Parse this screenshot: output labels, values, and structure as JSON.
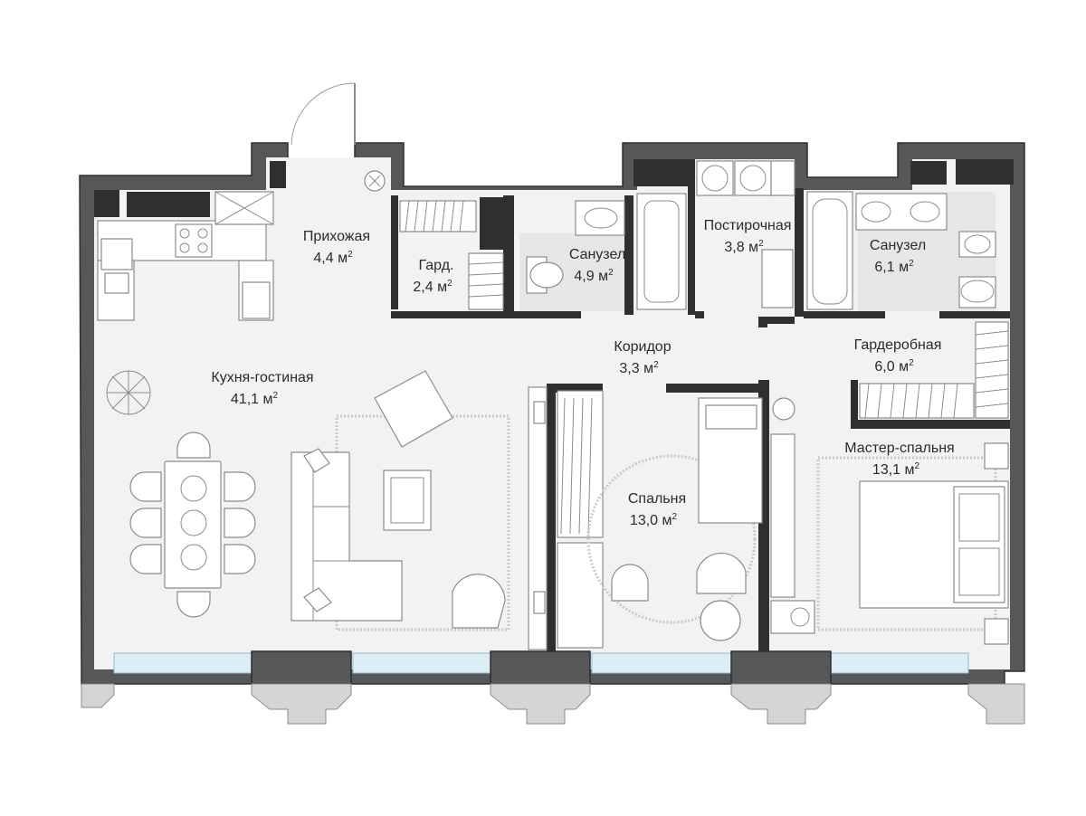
{
  "rooms": {
    "living": {
      "name": "Кухня-гостиная",
      "area": "41,1 м",
      "unit_sup": "2"
    },
    "hall": {
      "name": "Прихожая",
      "area": "4,4 м",
      "unit_sup": "2"
    },
    "closet_small": {
      "name": "Гард.",
      "area": "2,4 м",
      "unit_sup": "2"
    },
    "bath1": {
      "name": "Санузел",
      "area": "4,9 м",
      "unit_sup": "2"
    },
    "laundry": {
      "name": "Постирочная",
      "area": "3,8 м",
      "unit_sup": "2"
    },
    "bath2": {
      "name": "Санузел",
      "area": "6,1 м",
      "unit_sup": "2"
    },
    "corridor": {
      "name": "Коридор",
      "area": "3,3 м",
      "unit_sup": "2"
    },
    "wardrobe": {
      "name": "Гардеробная",
      "area": "6,0 м",
      "unit_sup": "2"
    },
    "bedroom": {
      "name": "Спальня",
      "area": "13,0 м",
      "unit_sup": "2"
    },
    "master": {
      "name": "Мастер-спальня",
      "area": "13,1 м",
      "unit_sup": "2"
    }
  },
  "colors": {
    "wall": "#555759",
    "floor": "#f1f2f3",
    "glass": "#dbeef6",
    "text": "#2b2b2b"
  }
}
